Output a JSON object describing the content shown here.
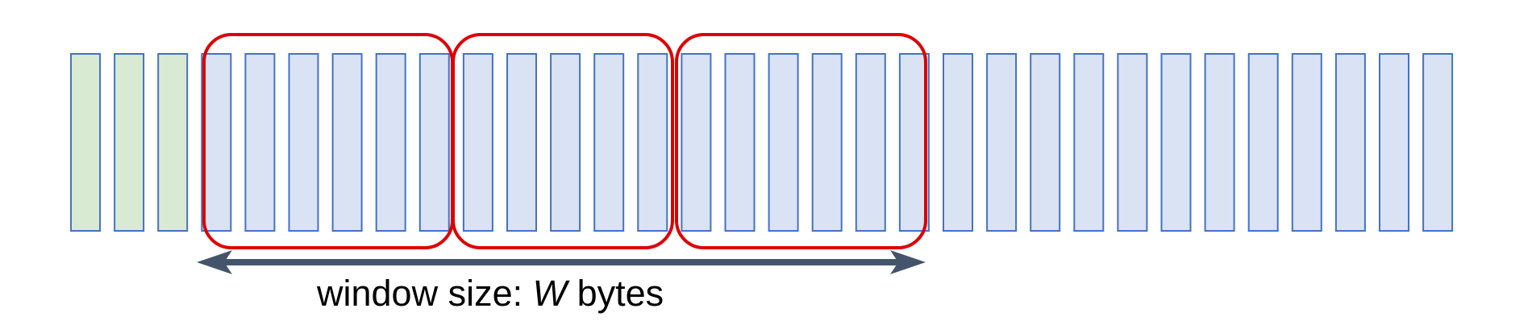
{
  "label": {
    "prefix": "window size: ",
    "variable": "W",
    "suffix": " bytes"
  },
  "bytes": {
    "count": 32,
    "highlighted_count": 3,
    "colors": {
      "highlighted_fill": "#d9ead3",
      "normal_fill": "#dae3f3",
      "stroke": "#4472c4"
    }
  },
  "windows": {
    "count": 3,
    "color": "#dd0000"
  },
  "arrow": {
    "color": "#44546a",
    "direction": "double-headed"
  }
}
